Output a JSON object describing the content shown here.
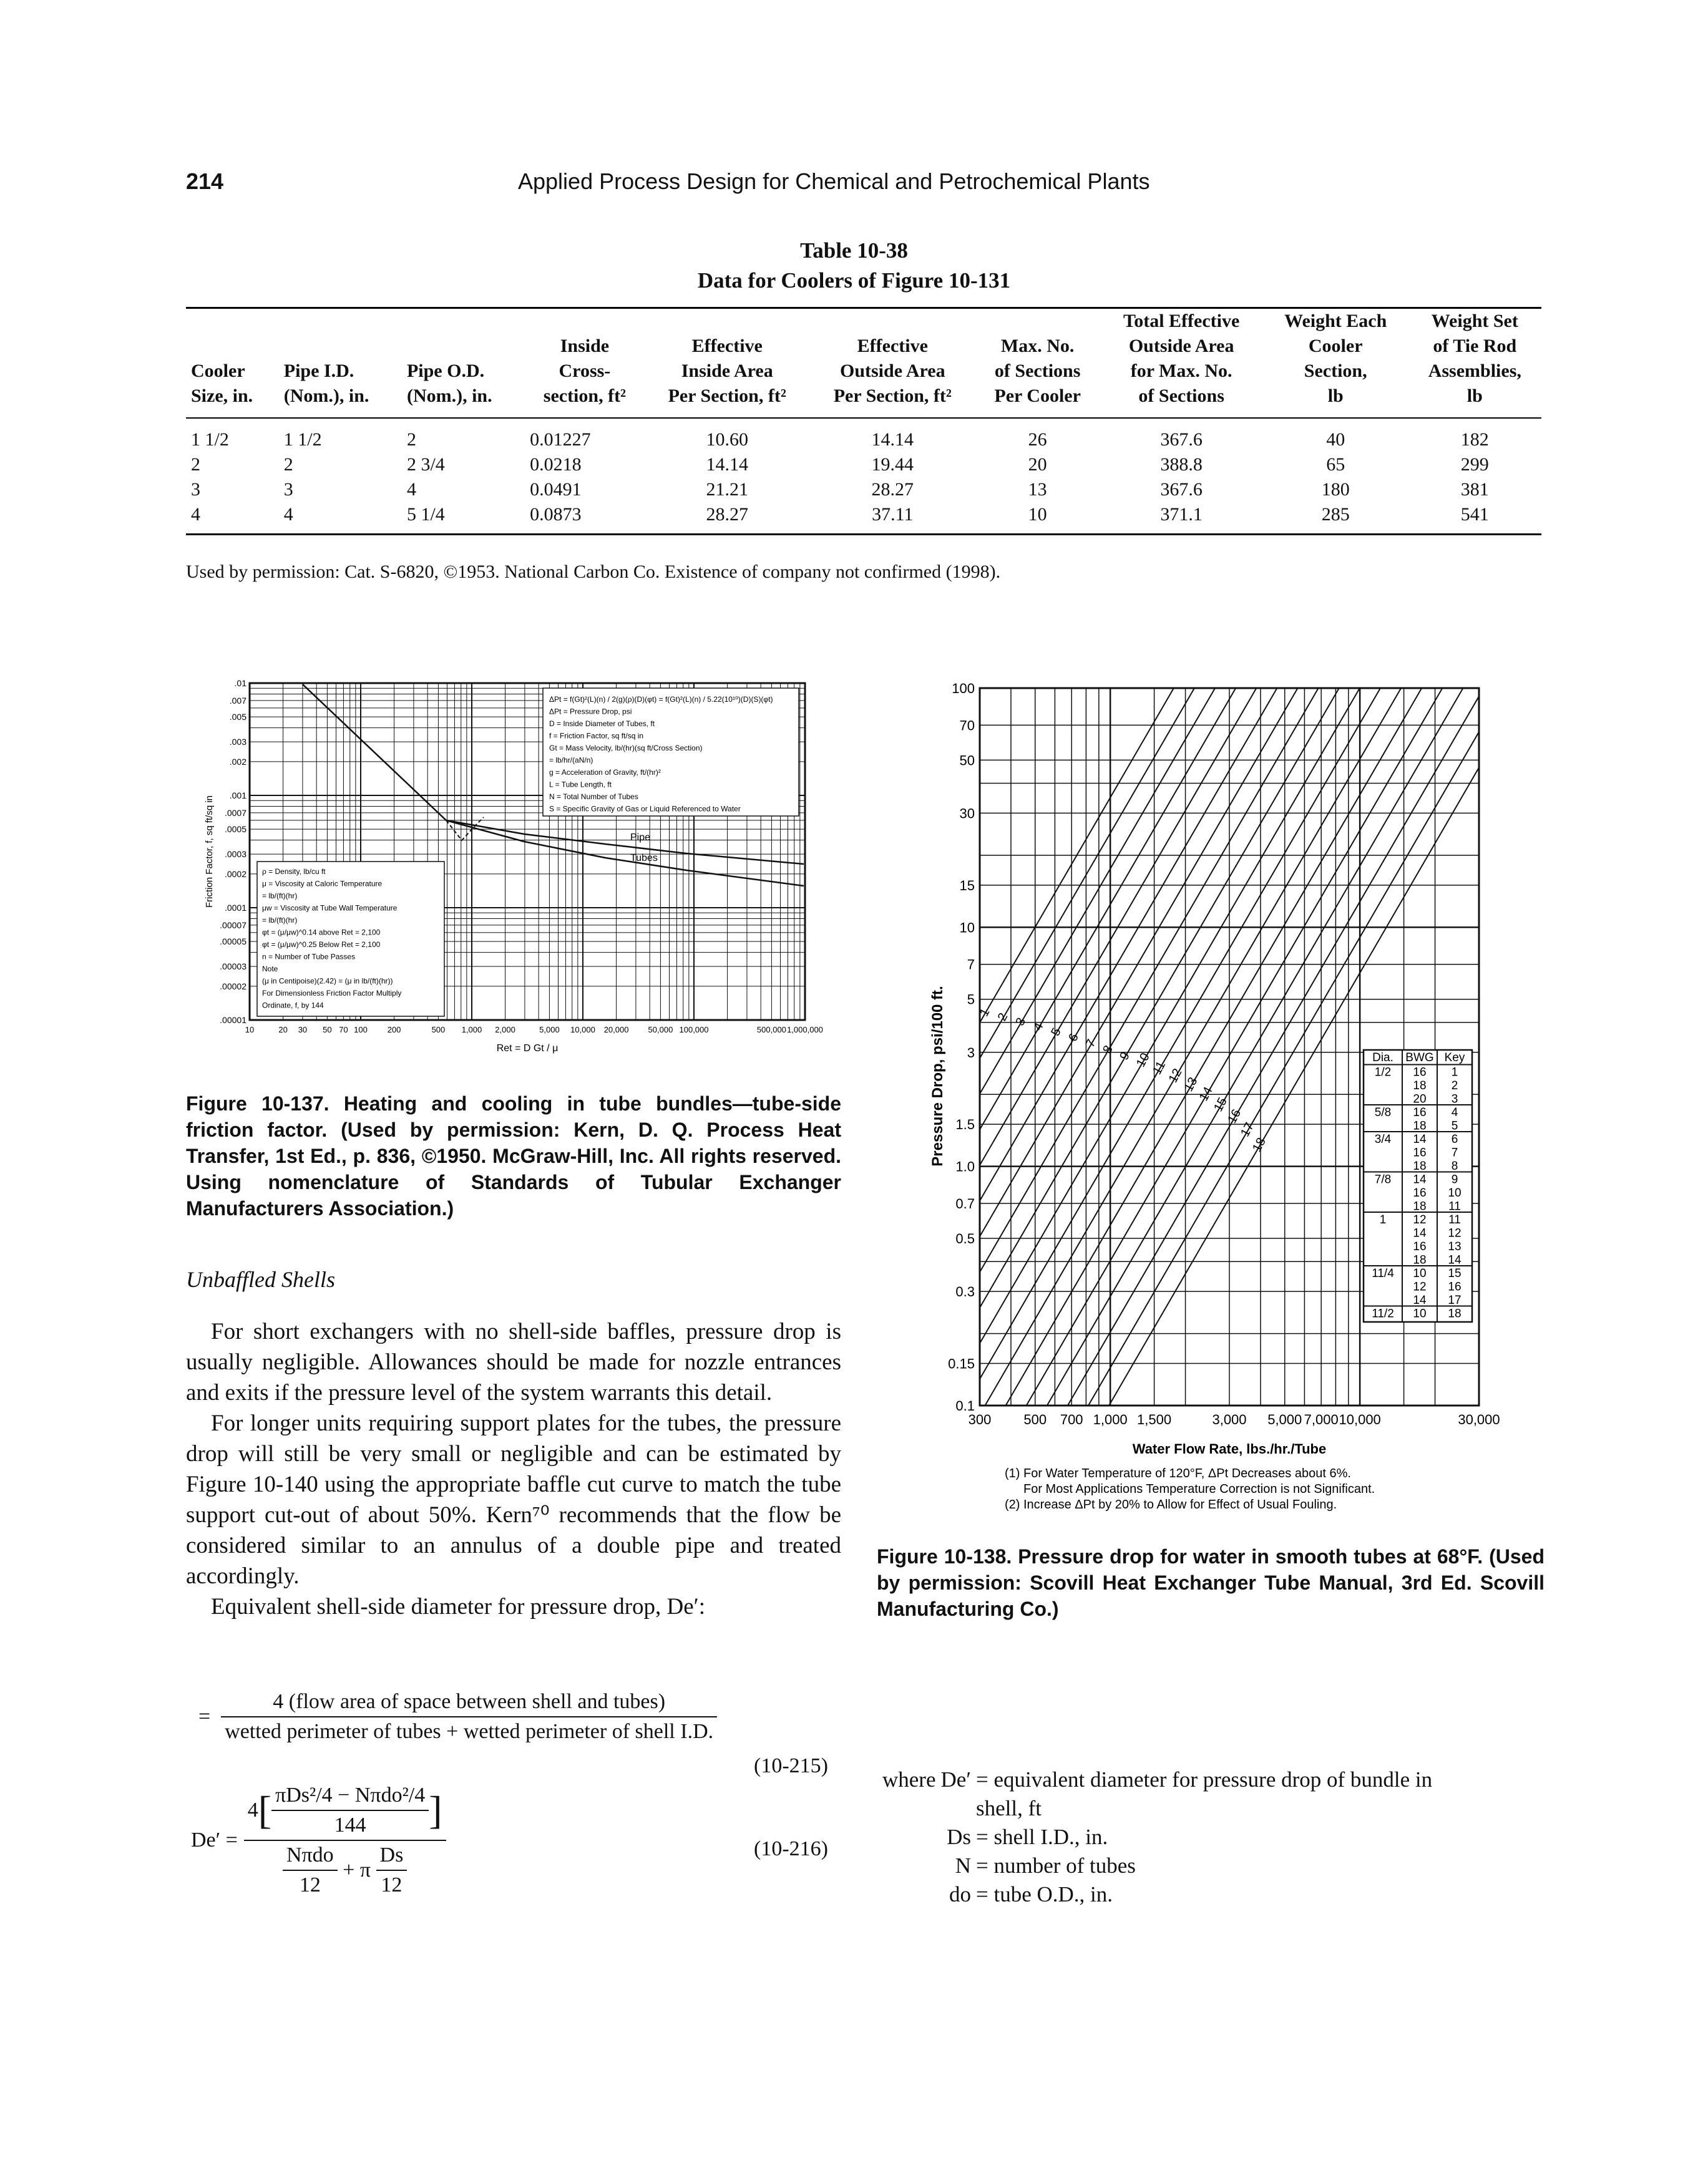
{
  "header": {
    "page_number": "214",
    "running_title": "Applied Process Design for Chemical and Petrochemical Plants"
  },
  "table": {
    "title": "Table 10-38",
    "subtitle": "Data for Coolers of Figure 10-131",
    "columns": [
      [
        "Cooler",
        "Size, in."
      ],
      [
        "Pipe I.D.",
        "(Nom.), in."
      ],
      [
        "Pipe O.D.",
        "(Nom.), in."
      ],
      [
        "Inside",
        "Cross-",
        "section, ft²"
      ],
      [
        "Effective",
        "Inside Area",
        "Per Section, ft²"
      ],
      [
        "Effective",
        "Outside Area",
        "Per Section, ft²"
      ],
      [
        "Max. No.",
        "of Sections",
        "Per Cooler"
      ],
      [
        "Total Effective",
        "Outside Area",
        "for Max. No.",
        "of Sections"
      ],
      [
        "Weight Each",
        "Cooler",
        "Section,",
        "lb"
      ],
      [
        "Weight Set",
        "of Tie Rod",
        "Assemblies,",
        "lb"
      ]
    ],
    "rows": [
      [
        "1 1/2",
        "1 1/2",
        "2",
        "0.01227",
        "10.60",
        "14.14",
        "26",
        "367.6",
        "40",
        "182"
      ],
      [
        "2",
        "2",
        "2 3/4",
        "0.0218",
        "14.14",
        "19.44",
        "20",
        "388.8",
        "65",
        "299"
      ],
      [
        "3",
        "3",
        "4",
        "0.0491",
        "21.21",
        "28.27",
        "13",
        "367.6",
        "180",
        "381"
      ],
      [
        "4",
        "4",
        "5 1/4",
        "0.0873",
        "28.27",
        "37.11",
        "10",
        "371.1",
        "285",
        "541"
      ]
    ],
    "note": "Used by permission: Cat. S-6820, ©1953. National Carbon Co. Existence of company not confirmed (1998)."
  },
  "figure_137": {
    "caption": "Figure 10-137. Heating and cooling in tube bundles—tube-side friction factor. (Used by permission: Kern, D. Q. Process Heat Transfer, 1st Ed., p. 836, ©1950. McGraw-Hill, Inc. All rights reserved. Using nomenclature of Standards of Tubular Exchanger Manufacturers Association.)",
    "ylabel": "Friction Factor, f, sq ft/sq in",
    "xlabel": "Ret = D Gt / μ",
    "y_ticks": [
      ".01",
      ".007",
      ".005",
      ".003",
      ".002",
      ".001",
      ".0007",
      ".0005",
      ".0003",
      ".0002",
      ".0001",
      ".00007",
      ".00005",
      ".00003",
      ".00002",
      ".00001"
    ],
    "x_ticks": [
      "10",
      "20",
      "30",
      "50",
      "70",
      "100",
      "200",
      "500",
      "1,000",
      "2,000",
      "5,000",
      "10,000",
      "20,000",
      "50,000",
      "100,000",
      "500,000",
      "1,000,000"
    ],
    "curve_labels": [
      "Pipe",
      "Tubes"
    ],
    "legend_top": [
      "ΔPt = f(Gt)²(L)(n) / 2(g)(ρ)(D)(φt) = f(Gt)²(L)(n) / 5.22(10¹⁰)(D)(S)(φt)",
      "ΔPt = Pressure Drop, psi",
      "D = Inside Diameter of Tubes, ft",
      "f = Friction Factor, sq ft/sq in",
      "Gt = Mass Velocity, lb/(hr)(sq ft/Cross Section)",
      "= lb/hr/(aN/n)",
      "g = Acceleration of Gravity, ft/(hr)²",
      "L = Tube Length, ft",
      "N = Total Number of Tubes",
      "S = Specific Gravity of Gas or Liquid Referenced to Water"
    ],
    "legend_bottom": [
      "ρ = Density, lb/cu ft",
      "μ = Viscosity at Caloric Temperature",
      "= lb/(ft)(hr)",
      "μw = Viscosity at Tube Wall Temperature",
      "= lb/(ft)(hr)",
      "φt = (μ/μw)^0.14 above Ret = 2,100",
      "φt = (μ/μw)^0.25 Below Ret = 2,100",
      "n = Number of Tube Passes",
      "Note",
      "(μ in Centipoise)(2.42) = (μ in lb/(ft)(hr))",
      "For Dimensionless Friction Factor Multiply",
      "Ordinate, f, by 144"
    ]
  },
  "figure_138": {
    "caption": "Figure 10-138. Pressure drop for water in smooth tubes at 68°F. (Used by permission: Scovill Heat Exchanger Tube Manual, 3rd Ed. Scovill Manufacturing Co.)",
    "ylabel": "Pressure Drop, psi/100 ft.",
    "xlabel": "Water Flow Rate, lbs./hr./Tube",
    "y_ticks": [
      "100",
      "70",
      "50",
      "30",
      "15",
      "10",
      "7",
      "5",
      "3",
      "1.5",
      "1.0",
      "0.7",
      "0.5",
      "0.3",
      "0.15",
      "0.1"
    ],
    "x_ticks": [
      "300",
      "500",
      "700",
      "1,000",
      "1,500",
      "3,000",
      "5,000",
      "7,000",
      "10,000",
      "30,000"
    ],
    "notes": [
      "(1) For Water Temperature of 120°F, ΔPt Decreases about 6%.",
      "For Most Applications Temperature Correction is not Significant.",
      "(2) Increase ΔPt by 20% to Allow for Effect of Usual Fouling."
    ],
    "key_table": {
      "headers": [
        "Dia.",
        "BWG",
        "Key"
      ],
      "groups": [
        {
          "dia": "1/2",
          "bwg": [
            "16",
            "18",
            "20"
          ],
          "key": [
            "1",
            "2",
            "3"
          ]
        },
        {
          "dia": "5/8",
          "bwg": [
            "16",
            "18"
          ],
          "key": [
            "4",
            "5"
          ]
        },
        {
          "dia": "3/4",
          "bwg": [
            "14",
            "16",
            "18"
          ],
          "key": [
            "6",
            "7",
            "8"
          ]
        },
        {
          "dia": "7/8",
          "bwg": [
            "14",
            "16",
            "18"
          ],
          "key": [
            "9",
            "10",
            "11"
          ]
        },
        {
          "dia": "1",
          "bwg": [
            "12",
            "14",
            "16",
            "18"
          ],
          "key": [
            "11",
            "12",
            "13",
            "14"
          ]
        },
        {
          "dia": "11/4",
          "bwg": [
            "10",
            "12",
            "14"
          ],
          "key": [
            "15",
            "16",
            "17"
          ]
        },
        {
          "dia": "11/2",
          "bwg": [
            "10"
          ],
          "key": [
            "18"
          ]
        }
      ]
    },
    "line_keys": [
      "1",
      "2",
      "3",
      "4",
      "5",
      "6",
      "7",
      "8",
      "9",
      "10",
      "11",
      "12",
      "13",
      "14",
      "15",
      "16",
      "17",
      "18"
    ]
  },
  "section": {
    "heading": "Unbaffled Shells",
    "paragraphs": [
      "For short exchangers with no shell-side baffles, pressure drop is usually negligible. Allowances should be made for nozzle entrances and exits if the pressure level of the system warrants this detail.",
      "For longer units requiring support plates for the tubes, the pressure drop will still be very small or negligible and can be estimated by Figure 10-140 using the appropriate baffle cut curve to match the tube support cut-out of about 50%. Kern⁷⁰ recommends that the flow be considered similar to an annulus of a double pipe and treated accordingly.",
      "Equivalent shell-side diameter for pressure drop, De′:"
    ]
  },
  "equations": {
    "eq215_num": "4 (flow area of space between shell and tubes)",
    "eq215_den": "wetted perimeter of tubes + wetted perimeter of shell I.D.",
    "eq215_label": "(10-215)",
    "eq216_lhs": "De′ =",
    "eq216_inner_num": "πDs²/4 − Nπdo²/4",
    "eq216_inner_den": "144",
    "eq216_den_a_num": "Nπdo",
    "eq216_den_a_den": "12",
    "eq216_den_b_num": "Ds",
    "eq216_den_b_den": "12",
    "eq216_label": "(10-216)"
  },
  "where": {
    "items": [
      {
        "prefix": "where",
        "sym": "De′",
        "def": "= equivalent diameter for pressure drop of bundle in shell, ft"
      },
      {
        "prefix": "",
        "sym": "Ds",
        "def": "= shell I.D., in."
      },
      {
        "prefix": "",
        "sym": "N",
        "def": "= number of tubes"
      },
      {
        "prefix": "",
        "sym": "do",
        "def": "= tube O.D., in."
      }
    ]
  }
}
